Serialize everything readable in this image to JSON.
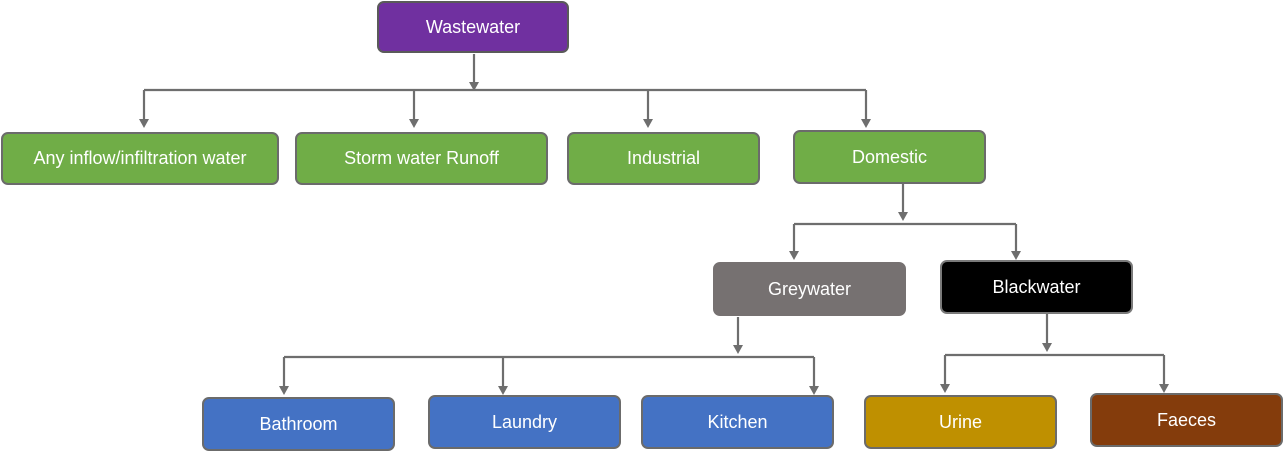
{
  "diagram": {
    "colors": {
      "purple": "#7030a0",
      "green": "#70ad47",
      "grey": "#767171",
      "black": "#000000",
      "blue": "#4472c4",
      "gold": "#bf9000",
      "brown": "#843c0c",
      "connector": "#6e6e6e"
    },
    "nodes": {
      "wastewater": "Wastewater",
      "inflow": "Any inflow/infiltration water",
      "storm": "Storm water Runoff",
      "industrial": "Industrial",
      "domestic": "Domestic",
      "greywater": "Greywater",
      "blackwater": "Blackwater",
      "bathroom": "Bathroom",
      "laundry": "Laundry",
      "kitchen": "Kitchen",
      "urine": "Urine",
      "faeces": "Faeces"
    }
  }
}
